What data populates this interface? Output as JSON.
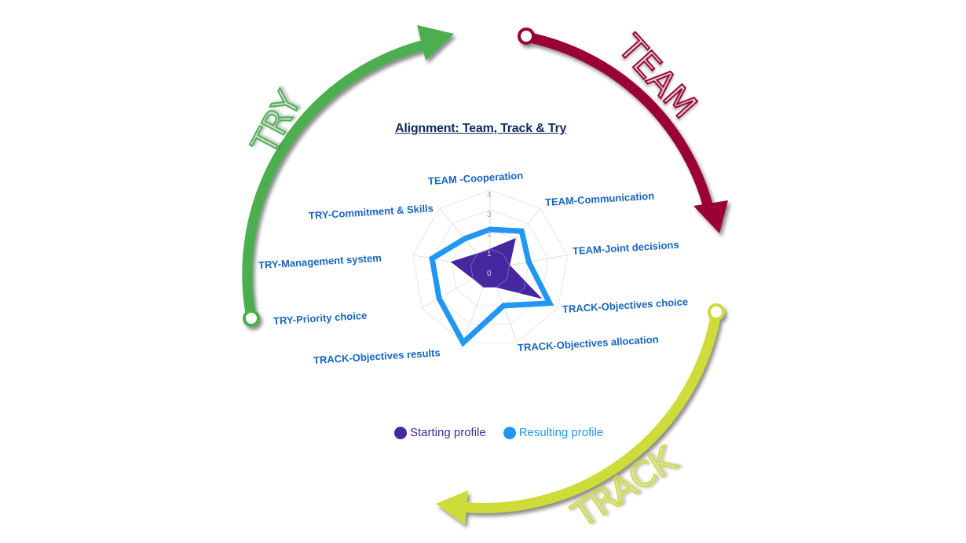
{
  "cycle": {
    "try": {
      "label": "TRY",
      "color": "#4caf50"
    },
    "team": {
      "label": "TEAM",
      "color": "#9b0036"
    },
    "track": {
      "label": "TRACK",
      "color": "#cddc39"
    }
  },
  "chart_data": {
    "type": "radar",
    "title": "Alignment: Team, Track & Try",
    "axes": [
      "TEAM -Cooperation",
      "TEAM-Communication",
      "TEAM-Joint decisions",
      "TRACK-Objectives choice",
      "TRACK-Objectives allocation",
      "TRACK-Objectives results",
      "TRY-Priority choice",
      "TRY-Management system",
      "TRY-Commitment & Skills"
    ],
    "ticks": [
      "0",
      "1",
      "2",
      "3",
      "4"
    ],
    "range": [
      0,
      4
    ],
    "grid": true,
    "legend_position": "bottom",
    "series": [
      {
        "name": "Starting profile",
        "color": "#4527a0",
        "fill": true,
        "values": [
          1,
          2,
          1,
          3,
          1,
          1,
          1,
          2,
          1
        ]
      },
      {
        "name": "Resulting profile",
        "color": "#2196f3",
        "fill": false,
        "values": [
          2,
          2.5,
          2,
          3.5,
          2,
          4,
          3,
          3,
          2
        ]
      }
    ]
  }
}
